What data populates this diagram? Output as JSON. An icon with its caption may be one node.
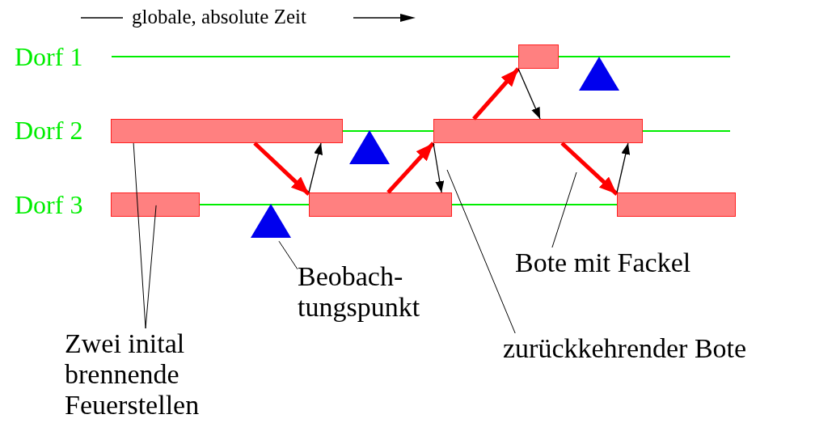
{
  "diagram": {
    "nodes": [
      {
        "text": [],
        "shape": "bar"
      },
      {
        "text": [],
        "shape": "bar"
      },
      {
        "text": [],
        "shape": "bar"
      },
      {
        "text": [],
        "shape": "bar"
      },
      {
        "text": [],
        "shape": "bar"
      },
      {
        "text": [],
        "shape": "bar"
      },
      {
        "text": [],
        "shape": "triangle"
      },
      {
        "text": [],
        "shape": "triangle"
      },
      {
        "text": [],
        "shape": "triangle"
      },
      {
        "text": [
          "Zwei inital brennende Feuerstellen"
        ]
      },
      {
        "text": [
          "Beobach- tungspunkt"
        ]
      },
      {
        "text": [
          "Bote mit Fackel"
        ]
      },
      {
        "text": [
          "zurückkehrender Bote"
        ]
      }
    ],
    "edges": [
      {
        "from": 1,
        "to": 4,
        "arrow": "to",
        "style": "thick",
        "color": "#ff0000"
      },
      {
        "from": 4,
        "to": 1,
        "arrow": "to"
      },
      {
        "from": 4,
        "to": 2,
        "arrow": "to",
        "style": "thick",
        "color": "#ff0000"
      },
      {
        "from": 2,
        "to": 4,
        "arrow": "to"
      },
      {
        "from": 2,
        "to": 0,
        "arrow": "to",
        "style": "thick",
        "color": "#ff0000"
      },
      {
        "from": 0,
        "to": 2,
        "arrow": "to"
      },
      {
        "from": 2,
        "to": 5,
        "arrow": "to",
        "style": "thick",
        "color": "#ff0000"
      },
      {
        "from": 5,
        "to": 2,
        "arrow": "to"
      },
      {
        "from": 9,
        "to": 1,
        "arrow": "none"
      },
      {
        "from": 9,
        "to": 3,
        "arrow": "none"
      },
      {
        "from": 10,
        "to": 8,
        "arrow": "none"
      },
      {
        "from": 11,
        "to": null,
        "arrow": "none"
      },
      {
        "from": 12,
        "to": null,
        "arrow": "none"
      }
    ],
    "labels": [
      "globale, absolute Zeit",
      "Dorf 1",
      "Dorf 2",
      "Dorf 3"
    ]
  }
}
